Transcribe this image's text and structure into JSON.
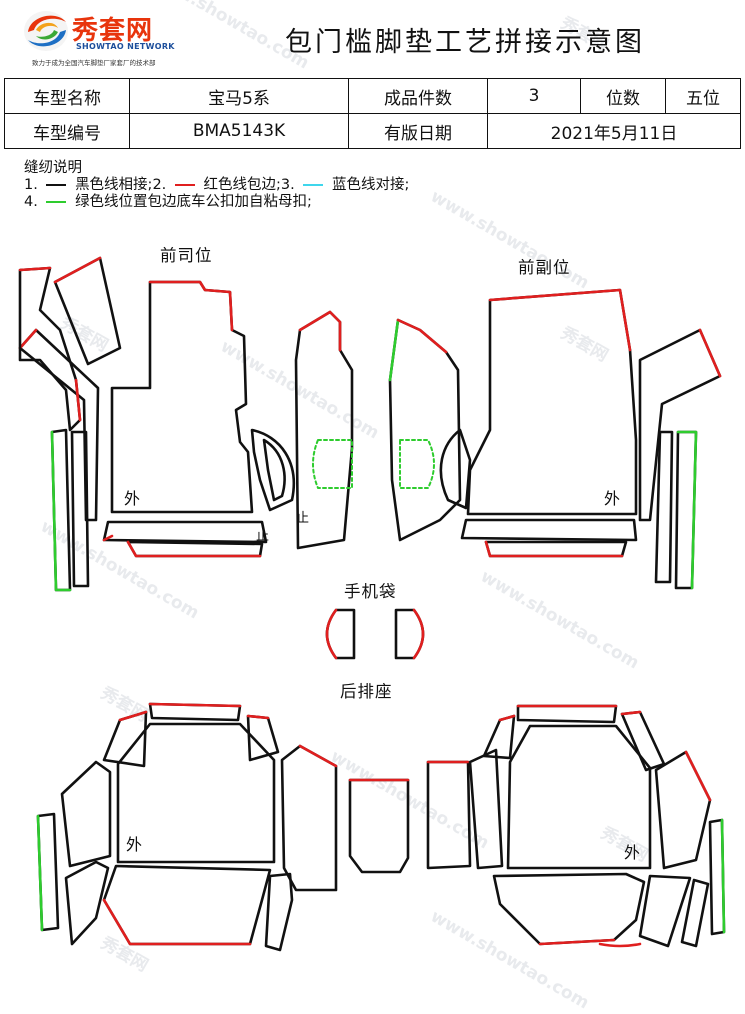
{
  "logo": {
    "brand_cn": "秀套网",
    "brand_en": "SHOWTAO NETWORK",
    "slogan": "致力于成为全国汽车脚垫厂家套厂的技术部"
  },
  "title": "包门槛脚垫工艺拼接示意图",
  "info": {
    "row1": [
      "车型名称",
      "宝马5系",
      "成品件数",
      "3",
      "位数",
      "五位"
    ],
    "row2": [
      "车型编号",
      "BMA5143K",
      "有版日期",
      "2021年5月11日"
    ]
  },
  "notes": {
    "heading": "缝纫说明",
    "line1": {
      "n1": "1.",
      "t1": "黑色线相接;",
      "n2": "2.",
      "t2": "红色线包边;",
      "n3": "3.",
      "t3": "蓝色线对接;"
    },
    "line2": {
      "n4": "4.",
      "t4": "绿色线位置包边底车公扣加自粘母扣;"
    }
  },
  "colors": {
    "black_line": "#111111",
    "red_line": "#e01f1f",
    "blue_line": "#3fd6ec",
    "green_line": "#2ecc2e"
  },
  "labels": {
    "front_driver": "前司位",
    "front_passenger": "前副位",
    "phone_bag": "手机袋",
    "rear_seat": "后排座",
    "outer": "外",
    "stop": "止"
  },
  "watermark": {
    "brand": "秀套网",
    "url": "www.showtao.com"
  }
}
